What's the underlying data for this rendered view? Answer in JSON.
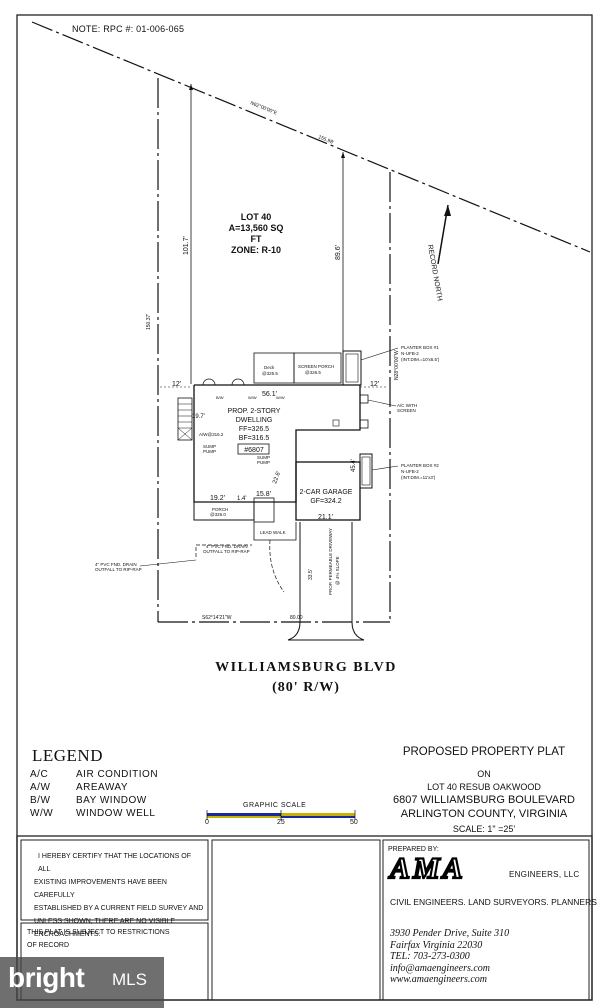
{
  "note": "NOTE: RPC #: 01-006-065",
  "lot": {
    "line1": "LOT 40",
    "line2": "A=13,560 SQ",
    "line3": "FT",
    "line4": "ZONE: R-10"
  },
  "record_north": "RECORD NORTH",
  "dims": {
    "d101_7": "101.7'",
    "d89_6": "89.6'",
    "d56_1": "56.1'",
    "d12_left": "12'",
    "d12_right": "12'",
    "d19_7": "19.7'",
    "d45_4": "45.4'",
    "d19_2": "19.2'",
    "d1_4": "1.4'",
    "d15_8": "15.8'",
    "d21_1": "21.1'",
    "d22_6": "22.6'"
  },
  "house": {
    "line1": "PROP. 2-STORY",
    "line2": "DWELLING",
    "line3": "FF=326.5",
    "line4": "BF=316.5",
    "number": "#6807"
  },
  "garage": {
    "line1": "2-CAR GARAGE",
    "line2": "GF=324.2"
  },
  "labels": {
    "screen_porch": "SCREEN PORCH",
    "screen_porch_el": "@326.5",
    "deck": "Deck",
    "deck_el": "@325.5",
    "planter1": "PLANTER BOX #1",
    "planter1b": "N-UFB-2",
    "planter1c": "(INT.DIM.=10'x6.5')",
    "planter2": "PLANTER BOX #2",
    "planter2b": "N-UFB-2",
    "planter2c": "(INT.DIM.=11'x3')",
    "ac": "A/C WITH",
    "ac2": "SCREEN",
    "sump1": "SUMP",
    "sump1b": "PUMP",
    "sump2": "SUMP",
    "sump2b": "PUMP",
    "aw": "A/W@316.2",
    "porch": "PORCH",
    "porch_el": "@326.0",
    "lead_walk": "LEAD WALK",
    "pvc1": "4\" PVC FND. DRAIN",
    "pvc1b": "OUTFALL TO RIP-RAP",
    "pvc2": "4\" PVC FND. DRAIN",
    "pvc2b": "OUTFALL TO RIP-RAP",
    "driveway": "PROP. PERMEABLE DRIVEWAY",
    "driveway2": "@ 4% SLOPE",
    "drive_len": "33.5'",
    "bw": "B/W",
    "ww": "W/W"
  },
  "road": {
    "name": "WILLIAMSBURG BLVD",
    "row": "(80' R/W)"
  },
  "legend": {
    "title": "LEGEND",
    "items": [
      {
        "abbr": "A/C",
        "desc": "AIR CONDITION"
      },
      {
        "abbr": "A/W",
        "desc": "AREAWAY"
      },
      {
        "abbr": "B/W",
        "desc": "BAY WINDOW"
      },
      {
        "abbr": "W/W",
        "desc": "WINDOW WELL"
      }
    ]
  },
  "title_block": {
    "line1": "PROPOSED PROPERTY PLAT",
    "line2": "ON",
    "line3": "LOT 40 RESUB OAKWOOD",
    "line4": "6807 WILLIAMSBURG BOULEVARD",
    "line5": "ARLINGTON COUNTY, VIRGINIA",
    "line6": "SCALE:  1\" =25'"
  },
  "graphic_scale": {
    "label": "GRAPHIC   SCALE",
    "ticks": [
      "0",
      "25",
      "50"
    ]
  },
  "certification": {
    "line1": "I HEREBY CERTIFY THAT THE LOCATIONS OF ALL",
    "line2": "EXISTING IMPROVEMENTS HAVE BEEN  CAREFULLY",
    "line3": "ESTABLISHED BY A CURRENT FIELD SURVEY AND",
    "line4": "UNLESS SHOWN, THERE ARE NO VISIBLE",
    "line5": "ENCROACHMENTS."
  },
  "restrictions": {
    "line1": "THIS PLAT IS SUBJECT TO RESTRICTIONS",
    "line2": "OF RECORD"
  },
  "company": {
    "prepared_by": "PREPARED BY:",
    "logo": "AMA",
    "engineers": "ENGINEERS, LLC",
    "tagline": "CIVIL ENGINEERS. LAND SURVEYORS. PLANNERS",
    "addr1": "3930 Pender Drive, Suite 310",
    "addr2": "Fairfax Virginia 22030",
    "tel": "TEL: 703-273-0300",
    "email": "info@amaengineers.com",
    "web": "www.amaengineers.com"
  },
  "watermark": {
    "brand": "bright",
    "suffix": "MLS"
  },
  "colors": {
    "scale_blue": "#1a2a9a",
    "scale_yellow": "#c8b400",
    "line": "#111111"
  }
}
